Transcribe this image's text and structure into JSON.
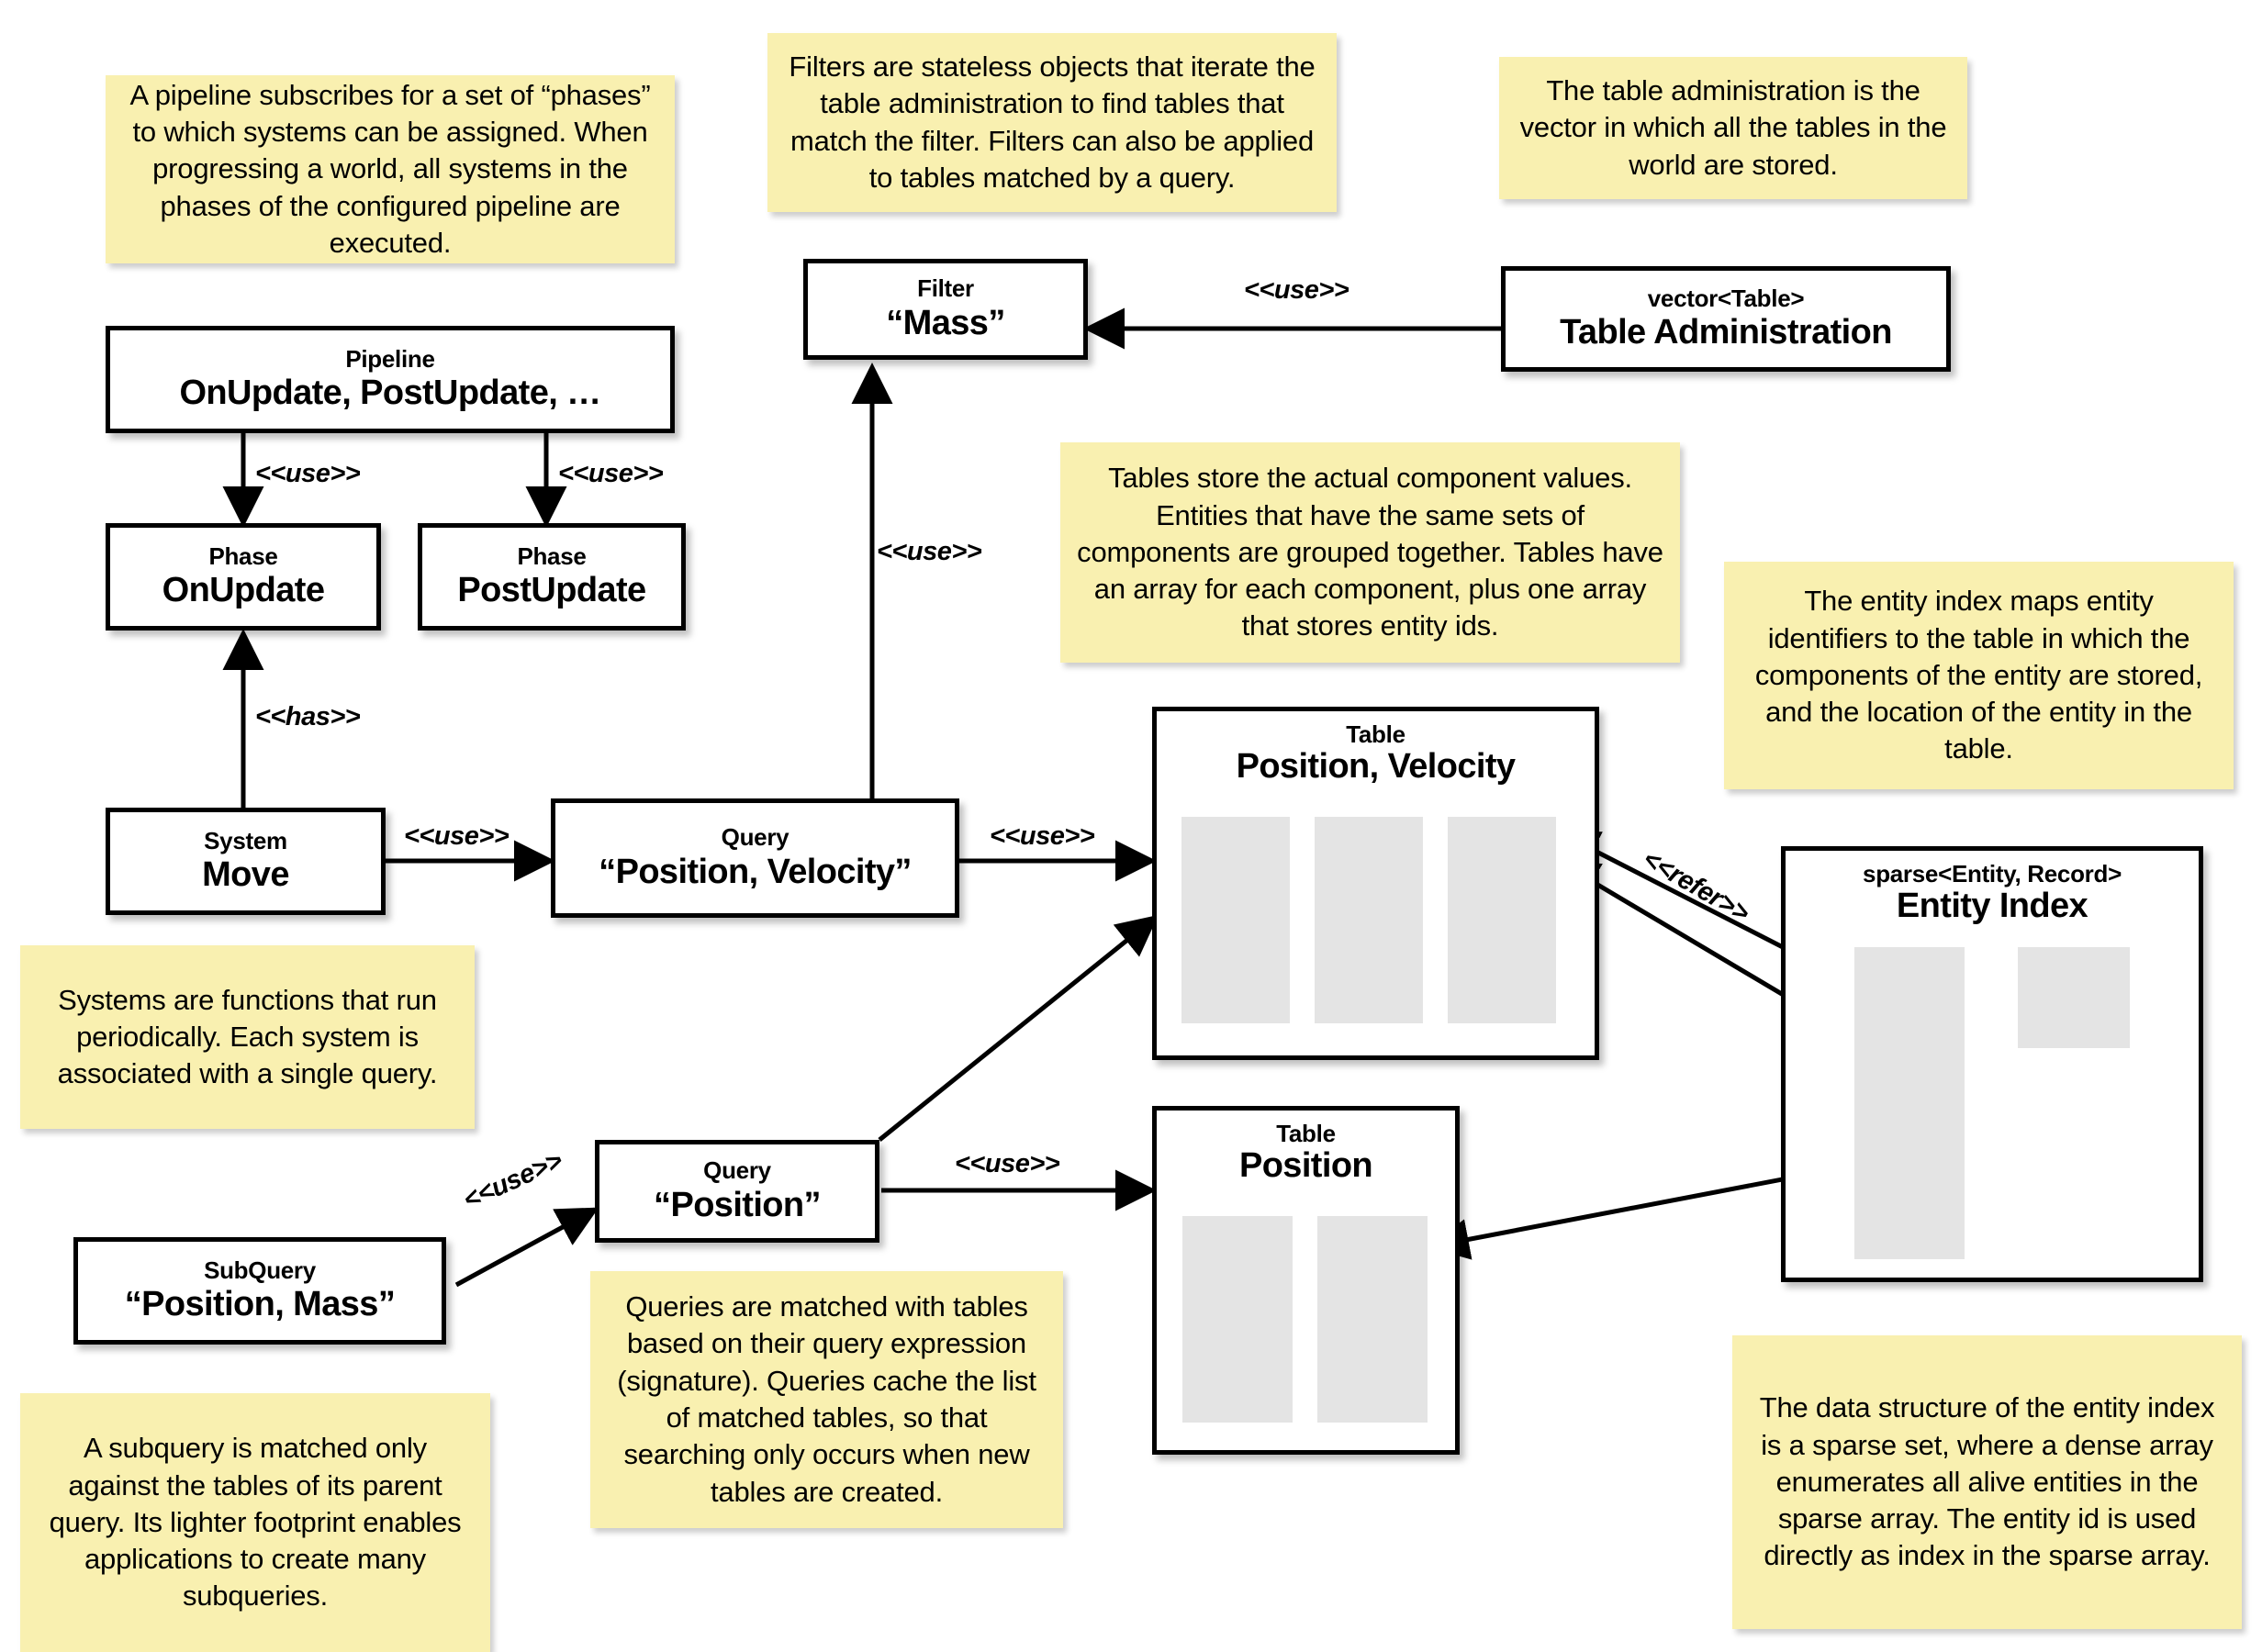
{
  "diagram": {
    "title": "ECS architecture diagram",
    "colors": {
      "note_background": "#f9f0b0",
      "box_background": "#ffffff",
      "box_border": "#000000",
      "column_fill": "#e4e4e4",
      "page_background": "#ffffff"
    }
  },
  "notes": [
    {
      "id": "note-pipeline",
      "text": "A pipeline subscribes for a set of “phases” to which systems can be assigned. When progressing a world, all systems in the phases of the configured pipeline are executed."
    },
    {
      "id": "note-filter",
      "text": "Filters are stateless objects that iterate the table administration to find tables that match the filter. Filters can also be applied to tables matched by a query."
    },
    {
      "id": "note-table-administration",
      "text": "The table administration is the vector in which all the tables in the world are stored."
    },
    {
      "id": "note-table",
      "text": "Tables store the actual component values. Entities that have the same sets of components are grouped together. Tables have an array for each component, plus one array that stores entity ids."
    },
    {
      "id": "note-entity-index",
      "text": "The entity index maps entity identifiers to the table in which the components of the entity are stored, and the location of the entity in the table."
    },
    {
      "id": "note-system",
      "text": "Systems are functions that run periodically. Each system is associated with a single query."
    },
    {
      "id": "note-query",
      "text": "Queries are matched with tables based on their query expression (signature). Queries cache the list of matched tables, so that searching only occurs when new tables are created."
    },
    {
      "id": "note-subquery",
      "text": "A subquery is matched only against the tables of its parent query. Its lighter footprint enables applications to create many subqueries."
    },
    {
      "id": "note-sparse-set",
      "text": "The data structure of the entity index is a sparse set, where a dense array enumerates all alive entities in the sparse array. The entity id is used directly as index in the sparse array."
    }
  ],
  "boxes": [
    {
      "id": "box-pipeline",
      "stereotype": "Pipeline",
      "name": "OnUpdate, PostUpdate, …"
    },
    {
      "id": "box-phase-onupdate",
      "stereotype": "Phase",
      "name": "OnUpdate"
    },
    {
      "id": "box-phase-postupdate",
      "stereotype": "Phase",
      "name": "PostUpdate"
    },
    {
      "id": "box-system-move",
      "stereotype": "System",
      "name": "Move"
    },
    {
      "id": "box-query-position-velocity",
      "stereotype": "Query",
      "name": "“Position, Velocity”"
    },
    {
      "id": "box-query-position",
      "stereotype": "Query",
      "name": "“Position”"
    },
    {
      "id": "box-subquery-position-mass",
      "stereotype": "SubQuery",
      "name": "“Position, Mass”"
    },
    {
      "id": "box-filter-mass",
      "stereotype": "Filter",
      "name": "“Mass”"
    },
    {
      "id": "box-table-administration",
      "stereotype": "vector<Table>",
      "name": "Table Administration"
    },
    {
      "id": "box-table-position-velocity",
      "stereotype": "Table",
      "name": "Position, Velocity"
    },
    {
      "id": "box-table-position",
      "stereotype": "Table",
      "name": "Position"
    },
    {
      "id": "box-entity-index",
      "stereotype": "sparse<Entity, Record>",
      "name": "Entity Index"
    }
  ],
  "edge_labels": [
    {
      "id": "label-pipeline-onupdate",
      "text": "<<use>>"
    },
    {
      "id": "label-pipeline-postupdate",
      "text": "<<use>>"
    },
    {
      "id": "label-system-phase",
      "text": "<<has>>"
    },
    {
      "id": "label-system-query",
      "text": "<<use>>"
    },
    {
      "id": "label-query-table",
      "text": "<<use>>"
    },
    {
      "id": "label-query-filter",
      "text": "<<use>>"
    },
    {
      "id": "label-tableadmin-filter",
      "text": "<<use>>"
    },
    {
      "id": "label-queryposition-table",
      "text": "<<use>>"
    },
    {
      "id": "label-subquery-query",
      "text": "<<use>>"
    },
    {
      "id": "label-entityindex-refer",
      "text": "<<refer>>"
    }
  ]
}
